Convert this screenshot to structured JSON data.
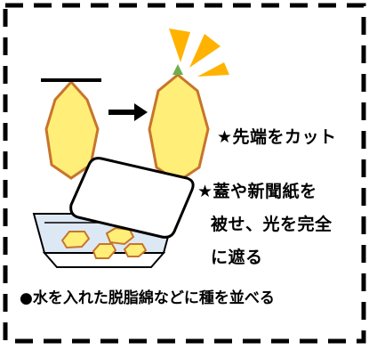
{
  "labels": {
    "cut": "★先端をカット",
    "cover_line1": "★蓋や新聞紙を",
    "cover_line2": "被せ、光を完全",
    "cover_line3": "に遮る",
    "bottom": "●水を入れた脱脂綿などに種を並べる"
  },
  "colors": {
    "fruit_fill": "#ffee77",
    "fruit_stroke": "#c8742c",
    "stem": "#6ab04c",
    "rays": "#ffb300",
    "tray_fill": "#dde8f5",
    "border": "#000000"
  }
}
